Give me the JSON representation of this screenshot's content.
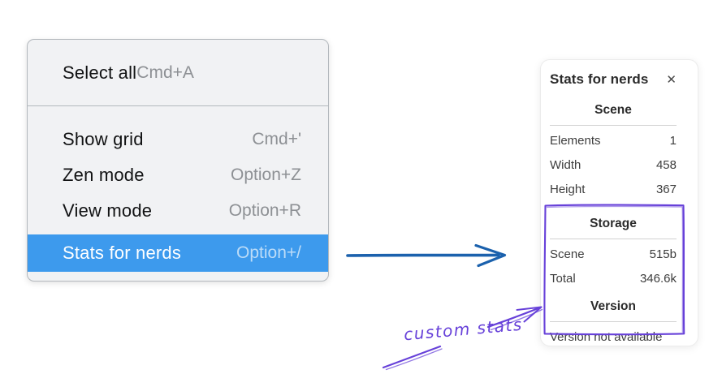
{
  "menu": {
    "sections": [
      {
        "items": [
          {
            "label": "Select all",
            "shortcut": "Cmd+A"
          }
        ]
      },
      {
        "items": [
          {
            "label": "Show grid",
            "shortcut": "Cmd+'"
          },
          {
            "label": "Zen mode",
            "shortcut": "Option+Z"
          },
          {
            "label": "View mode",
            "shortcut": "Option+R"
          },
          {
            "label": "Stats for nerds",
            "shortcut": "Option+/",
            "selected": true
          }
        ]
      }
    ]
  },
  "stats": {
    "title": "Stats for nerds",
    "close_icon": "✕",
    "scene": {
      "heading": "Scene",
      "rows": [
        {
          "label": "Elements",
          "value": "1"
        },
        {
          "label": "Width",
          "value": "458"
        },
        {
          "label": "Height",
          "value": "367"
        }
      ]
    },
    "storage": {
      "heading": "Storage",
      "rows": [
        {
          "label": "Scene",
          "value": "515b"
        },
        {
          "label": "Total",
          "value": "346.6k"
        }
      ]
    },
    "version": {
      "heading": "Version",
      "note": "Version not available"
    }
  },
  "annotation": {
    "label": "custom stats"
  },
  "colors": {
    "menu_highlight": "#3d9aed",
    "arrow_blue": "#1b61ad",
    "annotation_purple": "#6741d9"
  }
}
